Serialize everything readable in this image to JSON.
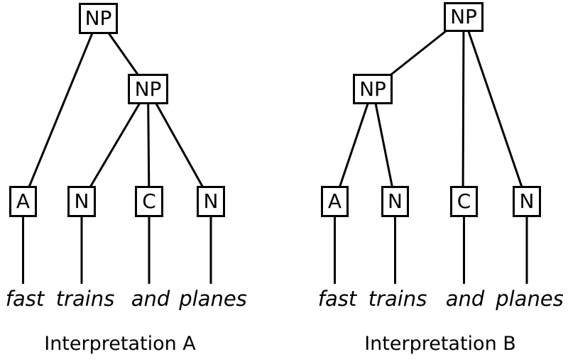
{
  "page": {
    "background": "#ffffff",
    "ink": "#000000"
  },
  "sentence": "fast trains and planes",
  "trees": [
    {
      "id": "A",
      "caption": "Interpretation A",
      "root_label": "NP",
      "phrase_label": "NP",
      "leaves": [
        {
          "tag": "A",
          "word": "fast"
        },
        {
          "tag": "N",
          "word": "trains"
        },
        {
          "tag": "C",
          "word": "and"
        },
        {
          "tag": "N",
          "word": "planes"
        }
      ],
      "edges": [
        "NP(root)→A",
        "NP(root)→NP",
        "NP→N",
        "NP→C",
        "NP→N"
      ]
    },
    {
      "id": "B",
      "caption": "Interpretation B",
      "root_label": "NP",
      "phrase_label": "NP",
      "leaves": [
        {
          "tag": "A",
          "word": "fast"
        },
        {
          "tag": "N",
          "word": "trains"
        },
        {
          "tag": "C",
          "word": "and"
        },
        {
          "tag": "N",
          "word": "planes"
        }
      ],
      "edges": [
        "NP(root)→NP",
        "NP(root)→C",
        "NP(root)→N",
        "NP→A",
        "NP→N"
      ]
    }
  ]
}
